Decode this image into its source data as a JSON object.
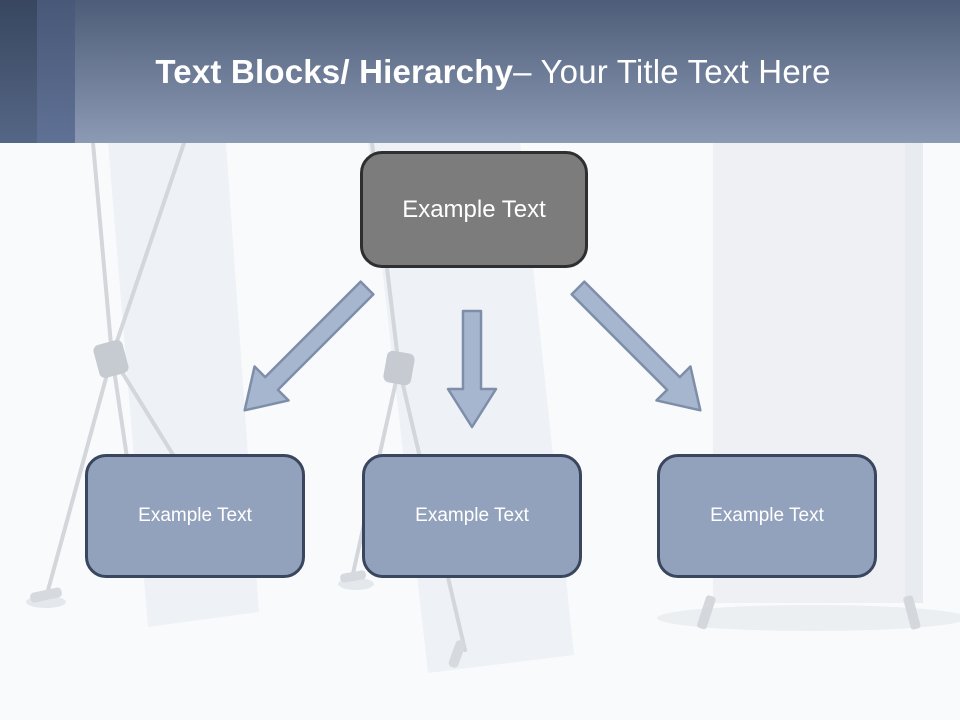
{
  "header": {
    "title_bold": "Text Blocks/ Hierarchy",
    "title_regular": "– Your Title Text Here"
  },
  "hierarchy": {
    "root": {
      "label": "Example Text"
    },
    "children": [
      {
        "label": "Example Text"
      },
      {
        "label": "Example Text"
      },
      {
        "label": "Example Text"
      }
    ]
  },
  "colors": {
    "header_gradient_top": "#4d5c78",
    "header_gradient_bottom": "#8c9ab4",
    "header_stripe_dark": "#38475f",
    "header_stripe_mid": "#485878",
    "root_box_fill": "#7c7c7c",
    "root_box_border": "#2f2f2f",
    "child_box_fill": "#93a2bc",
    "child_box_border": "#39465e",
    "arrow_fill": "#a6b6ce",
    "arrow_border": "#7e8ea9",
    "title_text": "#ffffff",
    "box_text": "#ffffff"
  }
}
